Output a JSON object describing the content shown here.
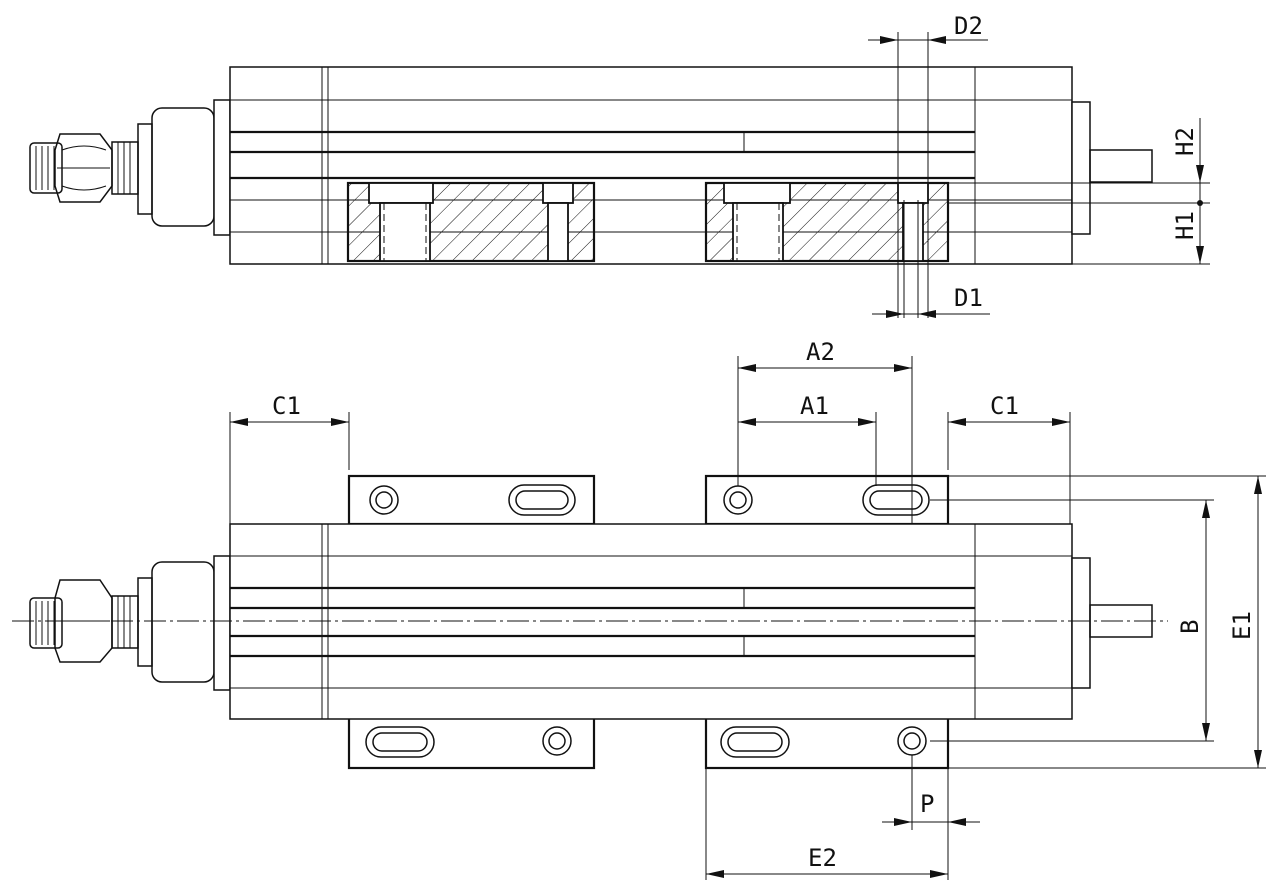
{
  "labels": {
    "d2": "D2",
    "h2": "H2",
    "h1": "H1",
    "d1": "D1",
    "a2": "A2",
    "a1": "A1",
    "c1_left": "C1",
    "c1_right": "C1",
    "b": "B",
    "e1": "E1",
    "p": "P",
    "e2": "E2"
  }
}
